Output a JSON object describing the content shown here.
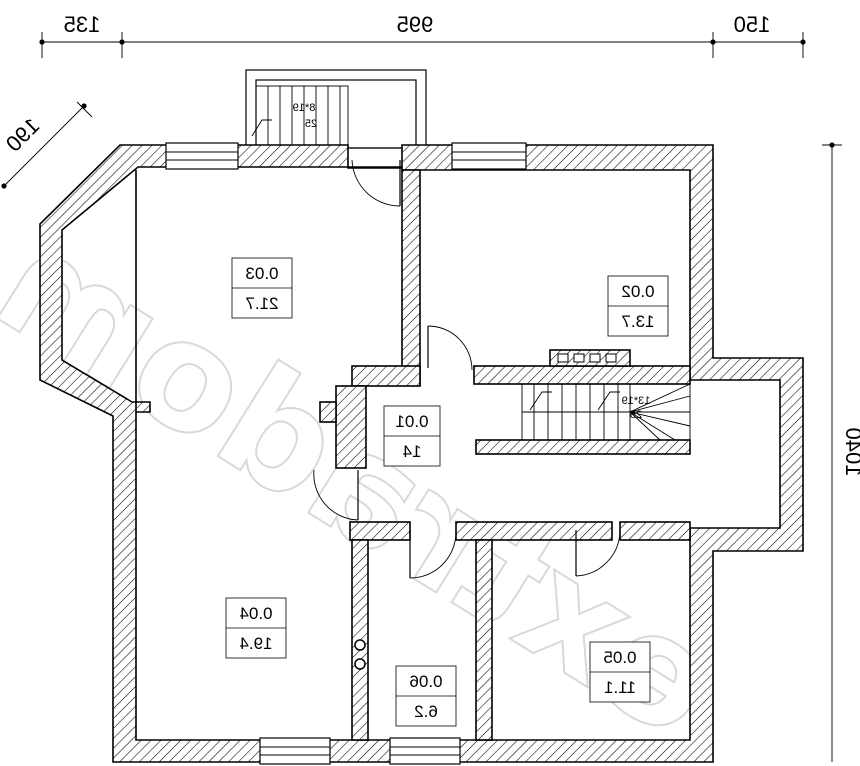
{
  "dimensions": {
    "top": [
      "135",
      "995",
      "150"
    ],
    "right": "1040",
    "diagonal": "190"
  },
  "rooms": [
    {
      "id": "0.03",
      "area": "21.7"
    },
    {
      "id": "0.02",
      "area": "13.7"
    },
    {
      "id": "0.01",
      "area": "14"
    },
    {
      "id": "0.04",
      "area": "19.4"
    },
    {
      "id": "0.06",
      "area": "6.2"
    },
    {
      "id": "0.05",
      "area": "11.1"
    }
  ],
  "stairs": [
    {
      "steps": "8*19",
      "tread": "25"
    },
    {
      "steps": "13*19",
      "tread": "25"
    }
  ],
  "watermark": "extradom"
}
